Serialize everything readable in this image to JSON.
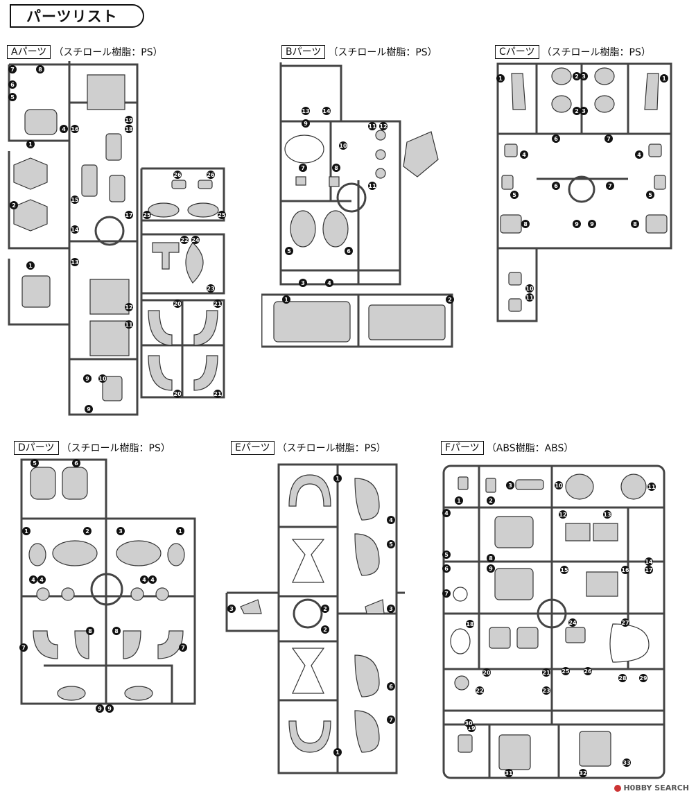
{
  "title": "パーツリスト",
  "sections": [
    {
      "id": "A",
      "label": "Aパーツ",
      "material": "（スチロール樹脂：PS）"
    },
    {
      "id": "B",
      "label": "Bパーツ",
      "material": "（スチロール樹脂：PS）"
    },
    {
      "id": "C",
      "label": "Cパーツ",
      "material": "（スチロール樹脂：PS）"
    },
    {
      "id": "D",
      "label": "Dパーツ",
      "material": "（スチロール樹脂：PS）"
    },
    {
      "id": "E",
      "label": "Eパーツ",
      "material": "（スチロール樹脂：PS）"
    },
    {
      "id": "F",
      "label": "Fパーツ",
      "material": "（ABS樹脂：ABS）"
    }
  ],
  "part_numbers": {
    "A": [
      "7",
      "8",
      "6",
      "5",
      "4",
      "16",
      "18",
      "19",
      "1",
      "2",
      "15",
      "17",
      "14",
      "13",
      "1",
      "12",
      "11",
      "10",
      "9",
      "9",
      "26",
      "26",
      "25",
      "25",
      "22",
      "24",
      "23",
      "20",
      "21",
      "20",
      "21"
    ],
    "B": [
      "13",
      "14",
      "9",
      "10",
      "7",
      "8",
      "11",
      "12",
      "11",
      "5",
      "6",
      "3",
      "4",
      "1",
      "2"
    ],
    "C": [
      "1",
      "2",
      "3",
      "1",
      "3",
      "2",
      "4",
      "6",
      "7",
      "4",
      "5",
      "6",
      "7",
      "5",
      "8",
      "9",
      "9",
      "8",
      "10",
      "11"
    ],
    "D": [
      "5",
      "6",
      "1",
      "2",
      "3",
      "1",
      "4",
      "4",
      "4",
      "4",
      "8",
      "8",
      "7",
      "7",
      "9",
      "9"
    ],
    "E": [
      "1",
      "4",
      "5",
      "3",
      "2",
      "3",
      "2",
      "6",
      "7",
      "1"
    ],
    "F": [
      "3",
      "10",
      "11",
      "1",
      "2",
      "4",
      "12",
      "13",
      "5",
      "8",
      "14",
      "6",
      "9",
      "15",
      "16",
      "17",
      "7",
      "18",
      "24",
      "27",
      "20",
      "21",
      "25",
      "26",
      "28",
      "29",
      "22",
      "23",
      "19",
      "30",
      "31",
      "32",
      "33"
    ]
  },
  "watermark": "H0BBY SEARCH"
}
